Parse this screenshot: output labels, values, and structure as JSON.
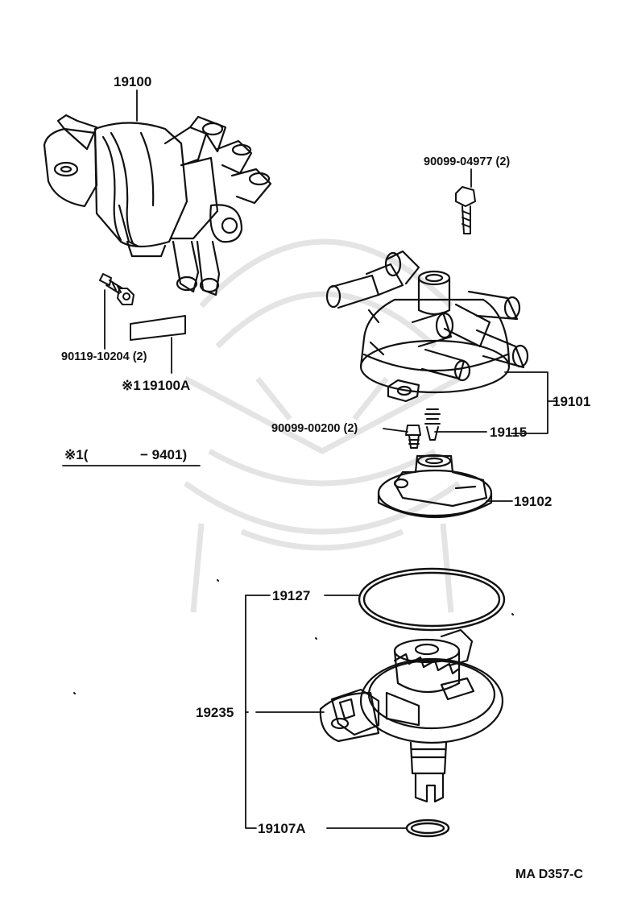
{
  "parts": {
    "distributor_assy": "19100",
    "bolt_upper": "90099-04977 (2)",
    "bolt_lower": "90119-10204 (2)",
    "label_plate": "19100A",
    "cap": "19101",
    "screw": "90099-00200 (2)",
    "spring": "19115",
    "rotor": "19102",
    "o_ring_large": "19127",
    "housing": "19235",
    "o_ring_small": "19107A"
  },
  "note": {
    "marker": "※1",
    "marker_inline": "※1(",
    "range_end": "− 9401)"
  },
  "diagram_code": "MA D357-C",
  "colors": {
    "ink": "#111111",
    "watermark": "#e4e4e4"
  }
}
